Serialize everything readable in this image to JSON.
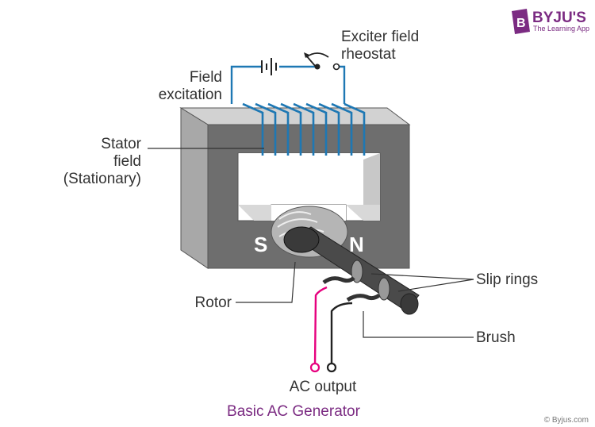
{
  "brand": {
    "name": "BYJU'S",
    "tagline": "The Learning App",
    "logo_letter": "B",
    "color": "#7b2b82"
  },
  "labels": {
    "exciter_line1": "Exciter field",
    "exciter_line2": "rheostat",
    "field_line1": "Field",
    "field_line2": "excitation",
    "stator_line1": "Stator",
    "stator_line2": "field",
    "stator_line3": "(Stationary)",
    "slip_rings": "Slip rings",
    "rotor": "Rotor",
    "brush": "Brush",
    "ac_output": "AC output",
    "pole_s": "S",
    "pole_n": "N"
  },
  "caption": "Basic AC Generator",
  "copyright": "© Byjus.com",
  "colors": {
    "coil": "#1e78b4",
    "output_lead": "#e6007e",
    "caption": "#7b2b82",
    "stator_face": "#6e6e6e",
    "stator_light": "#c8c8c8"
  }
}
